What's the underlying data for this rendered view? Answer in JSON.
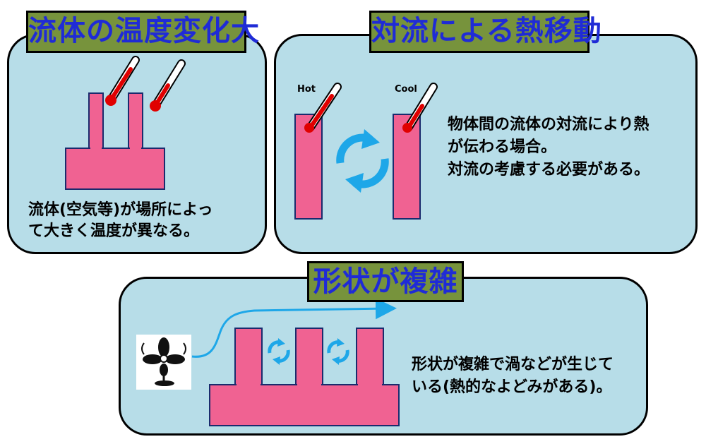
{
  "panel1": {
    "title": "流体の温度変化大",
    "desc_line1": "流体(空気等)が場所によっ",
    "desc_line2": "て大きく温度が異なる。"
  },
  "panel2": {
    "title": "対流による熱移動",
    "label_hot": "Hot",
    "label_cool": "Cool",
    "desc_line1": "物体間の流体の対流により熱",
    "desc_line2": "が伝わる場合。",
    "desc_line3": "対流の考慮する必要がある。"
  },
  "panel3": {
    "title": "形状が複雑",
    "desc_line1": "形状が複雑で渦などが生じて",
    "desc_line2": "いる(熱的なよどみがある)。"
  },
  "colors": {
    "panel_bg": "#b7dde8",
    "title_bg": "#77933c",
    "title_text": "#1f2bd6",
    "body_pink": "#f06292",
    "arrow_blue": "#1ea7e8",
    "thermo_red": "#e00000"
  },
  "icons": {
    "fan": "fan-icon",
    "thermometer": "thermometer-icon",
    "circular_arrows": "circular-arrows-icon"
  }
}
